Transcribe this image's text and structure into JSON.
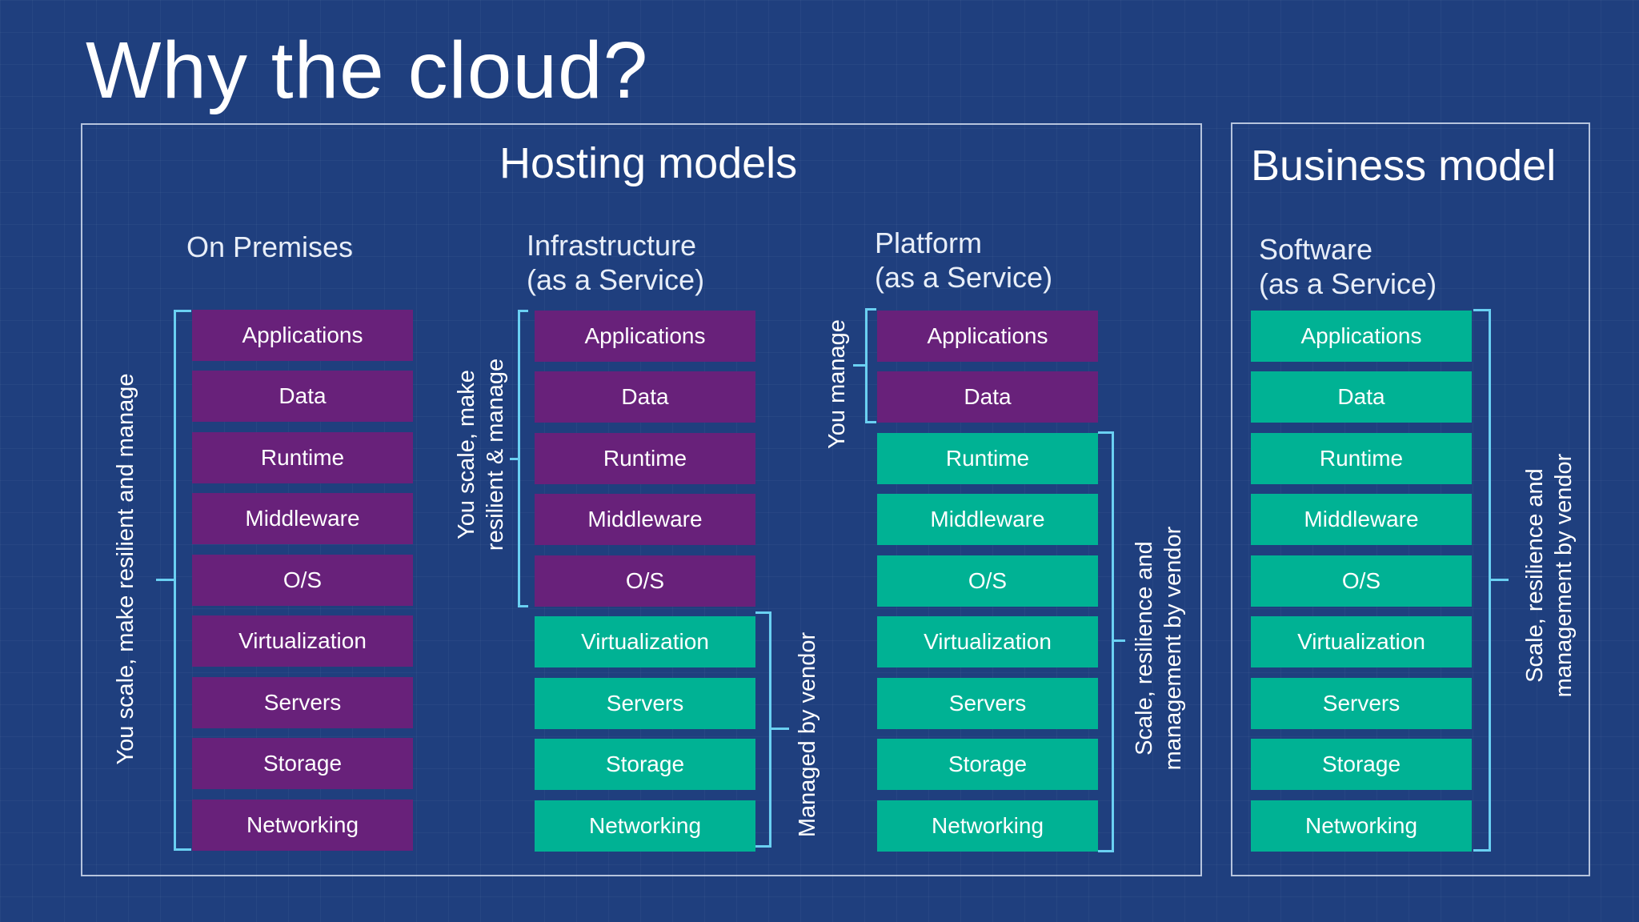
{
  "title": "Why the cloud?",
  "hosting": {
    "title": "Hosting models",
    "on_premises": {
      "heading": "On Premises",
      "layers": [
        "Applications",
        "Data",
        "Runtime",
        "Middleware",
        "O/S",
        "Virtualization",
        "Servers",
        "Storage",
        "Networking"
      ],
      "label": "You scale, make resilient and manage"
    },
    "iaas": {
      "heading_line1": "Infrastructure",
      "heading_line2": "(as a Service)",
      "layers": [
        "Applications",
        "Data",
        "Runtime",
        "Middleware",
        "O/S",
        "Virtualization",
        "Servers",
        "Storage",
        "Networking"
      ],
      "label_you_line1": "You scale, make",
      "label_you_line2": "resilient & manage",
      "label_vendor": "Managed by vendor"
    },
    "paas": {
      "heading_line1": "Platform",
      "heading_line2": "(as a Service)",
      "layers": [
        "Applications",
        "Data",
        "Runtime",
        "Middleware",
        "O/S",
        "Virtualization",
        "Servers",
        "Storage",
        "Networking"
      ],
      "label_you": "You manage",
      "label_vendor_line1": "Scale, resilience and",
      "label_vendor_line2": "management by vendor"
    }
  },
  "business": {
    "title": "Business model",
    "saas": {
      "heading_line1": "Software",
      "heading_line2": "(as a Service)",
      "layers": [
        "Applications",
        "Data",
        "Runtime",
        "Middleware",
        "O/S",
        "Virtualization",
        "Servers",
        "Storage",
        "Networking"
      ],
      "label_line1": "Scale, resilience and",
      "label_line2": "management by vendor"
    }
  },
  "colors": {
    "background": "#1f3f7e",
    "customer_managed": "#68217a",
    "vendor_managed": "#00b294",
    "bracket": "#6ad0f2"
  }
}
